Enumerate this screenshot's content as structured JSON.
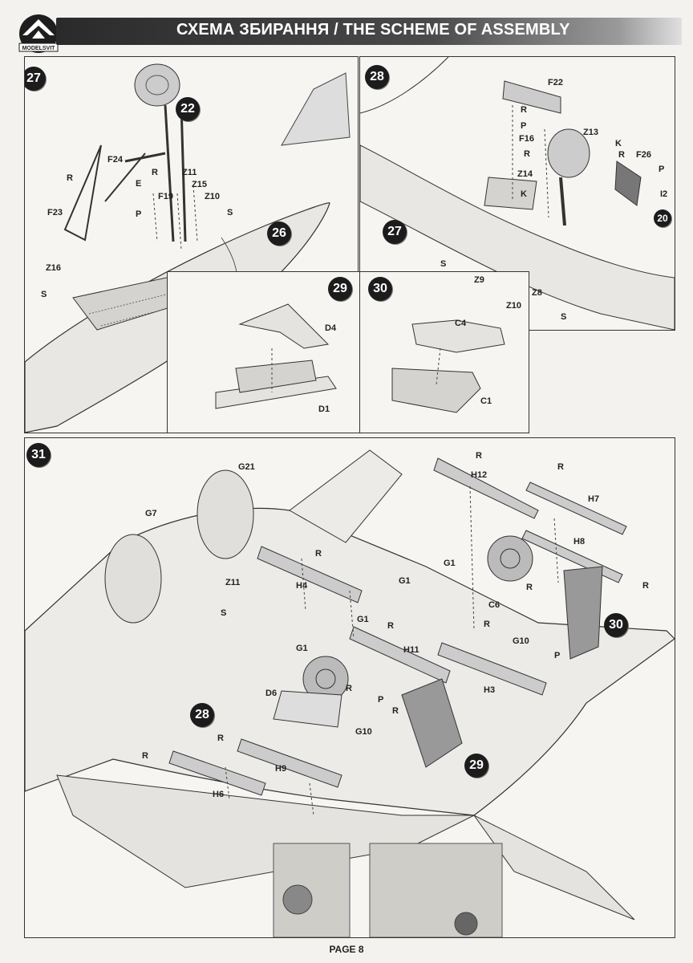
{
  "header": {
    "brand": "MODELSVIT",
    "title": "СХЕМА ЗБИРАННЯ / THE SCHEME OF ASSEMBLY"
  },
  "steps": {
    "s27": {
      "number": "27",
      "refs": [
        "22",
        "26"
      ],
      "labels": {
        "F24": "F24",
        "F23": "F23",
        "F19": "F19",
        "Z11": "Z11",
        "Z15": "Z15",
        "Z10": "Z10",
        "Z16": "Z16",
        "R1": "R",
        "R2": "R",
        "E": "E",
        "P": "P",
        "S1": "S",
        "S2": "S"
      }
    },
    "s28": {
      "number": "28",
      "refs": [
        "27",
        "20"
      ],
      "labels": {
        "F22": "F22",
        "R1": "R",
        "P1": "P",
        "F16": "F16",
        "R2": "R",
        "Z13": "Z13",
        "K1": "K",
        "R3": "R",
        "F26": "F26",
        "P2": "P",
        "Z14": "Z14",
        "K2": "K",
        "I2": "I2",
        "Z9": "Z9",
        "Z8": "Z8",
        "Z10": "Z10",
        "S1": "S",
        "S2": "S"
      }
    },
    "s29": {
      "number": "29",
      "labels": {
        "D4": "D4",
        "D1": "D1"
      }
    },
    "s30": {
      "number": "30",
      "labels": {
        "C4": "C4",
        "C1": "C1"
      }
    },
    "s31": {
      "number": "31",
      "refs": [
        "30",
        "28",
        "29"
      ],
      "labels": {
        "G21": "G21",
        "H12": "H12",
        "R1": "R",
        "R2": "R",
        "H7": "H7",
        "G7": "G7",
        "H8": "H8",
        "R3": "R",
        "H4": "H4",
        "G1a": "G1",
        "G1b": "G1",
        "R4": "R",
        "Z11": "Z11",
        "S": "S",
        "C6": "C6",
        "R5": "R",
        "G1c": "G1",
        "R6": "R",
        "R7": "R",
        "G10a": "G10",
        "P1": "P",
        "G1d": "G1",
        "H11": "H11",
        "H3": "H3",
        "D6": "D6",
        "R8": "R",
        "P2": "P",
        "R9": "R",
        "G10b": "G10",
        "R10": "R",
        "R11": "R",
        "H9": "H9",
        "H6": "H6"
      }
    }
  },
  "footer": {
    "page": "PAGE 8"
  }
}
